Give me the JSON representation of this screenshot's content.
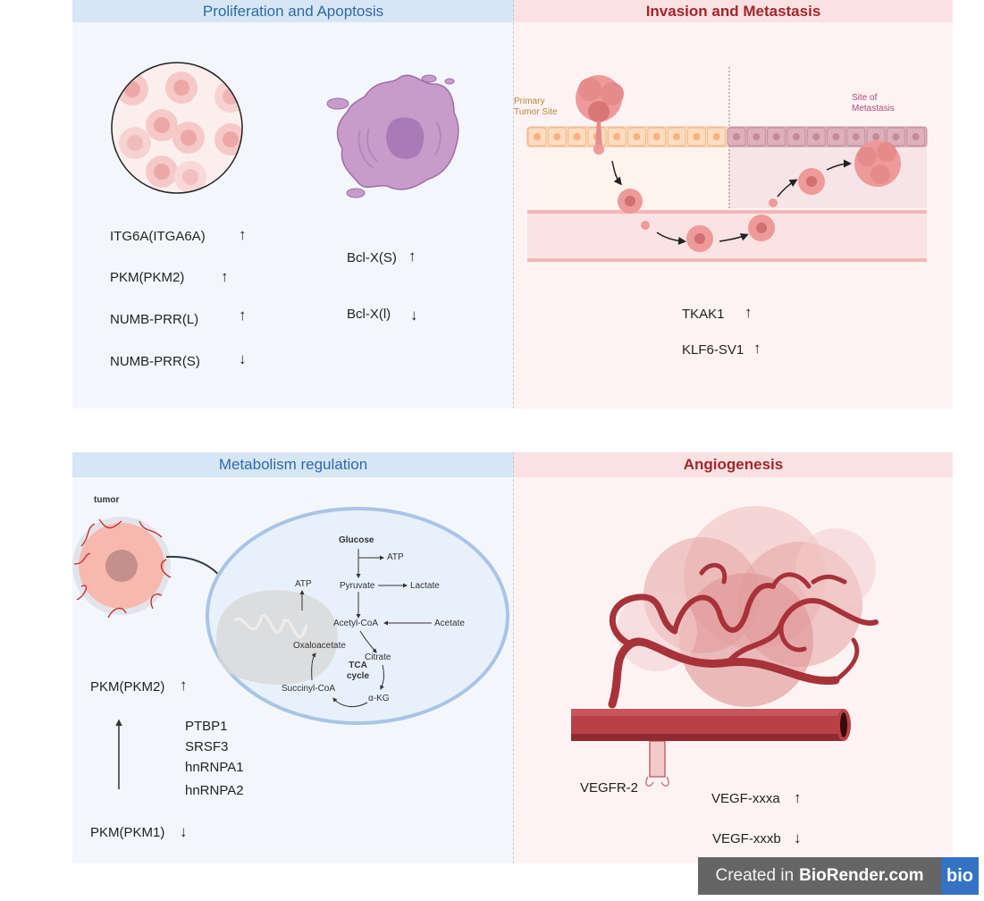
{
  "panels": {
    "proliferation": {
      "title": "Proliferation and Apoptosis",
      "genes": [
        {
          "name": "ITG6A(ITGA6A)",
          "direction": "up",
          "arrow": "↑"
        },
        {
          "name": "PKM(PKM2)",
          "direction": "up",
          "arrow": "↑"
        },
        {
          "name": "NUMB-PRR(L)",
          "direction": "up",
          "arrow": "↑"
        },
        {
          "name": "NUMB-PRR(S)",
          "direction": "down",
          "arrow": "↓"
        }
      ],
      "apoptosis_genes": [
        {
          "name": "Bcl-X(S)",
          "direction": "up",
          "arrow": "↑"
        },
        {
          "name": "Bcl-X(l)",
          "direction": "down",
          "arrow": "↓"
        }
      ]
    },
    "invasion": {
      "title": "Invasion and Metastasis",
      "primary_label": "Primary\nTumor Site",
      "primary_label_lines": [
        "Primary",
        "Tumor Site"
      ],
      "metastasis_label_lines": [
        "Site of",
        "Metastasis"
      ],
      "genes": [
        {
          "name": "TKAK1",
          "direction": "up",
          "arrow": "↑"
        },
        {
          "name": "KLF6-SV1",
          "direction": "up",
          "arrow": "↑"
        }
      ]
    },
    "metabolism": {
      "title": "Metabolism regulation",
      "tumor_label": "tumor",
      "pathway": {
        "glucose": "Glucose",
        "atp_top": "ATP",
        "atp_left": "ATP",
        "pyruvate": "Pyruvate",
        "lactate": "Lactate",
        "acetyl_coa": "Acetyl-CoA",
        "acetate": "Acetate",
        "oxaloacetate": "Oxaloacetate",
        "citrate": "Citrate",
        "tca_line1": "TCA",
        "tca_line2": "cycle",
        "succinyl_coa": "Succinyl-CoA",
        "akg": "α-KG"
      },
      "pkm2": {
        "name": "PKM(PKM2)",
        "direction": "up",
        "arrow": "↑"
      },
      "pkm1": {
        "name": "PKM(PKM1)",
        "direction": "down",
        "arrow": "↓"
      },
      "regulators": [
        "PTBP1",
        "SRSF3",
        "hnRNPA1",
        "hnRNPA2"
      ]
    },
    "angiogenesis": {
      "title": "Angiogenesis",
      "receptor": "VEGFR-2",
      "genes": [
        {
          "name": "VEGF-xxxa",
          "direction": "up",
          "arrow": "↑"
        },
        {
          "name": "VEGF-xxxb",
          "direction": "down",
          "arrow": "↓"
        }
      ]
    }
  },
  "watermark": {
    "prefix": "Created in",
    "brand": "BioRender.com",
    "logo": "bio"
  },
  "colors": {
    "blue_header": "#d6e6f5",
    "blue_title": "#2f6aa8",
    "pink_header": "#fbe2e2",
    "red_title": "#a3262b",
    "vessel": "#a8323a"
  }
}
